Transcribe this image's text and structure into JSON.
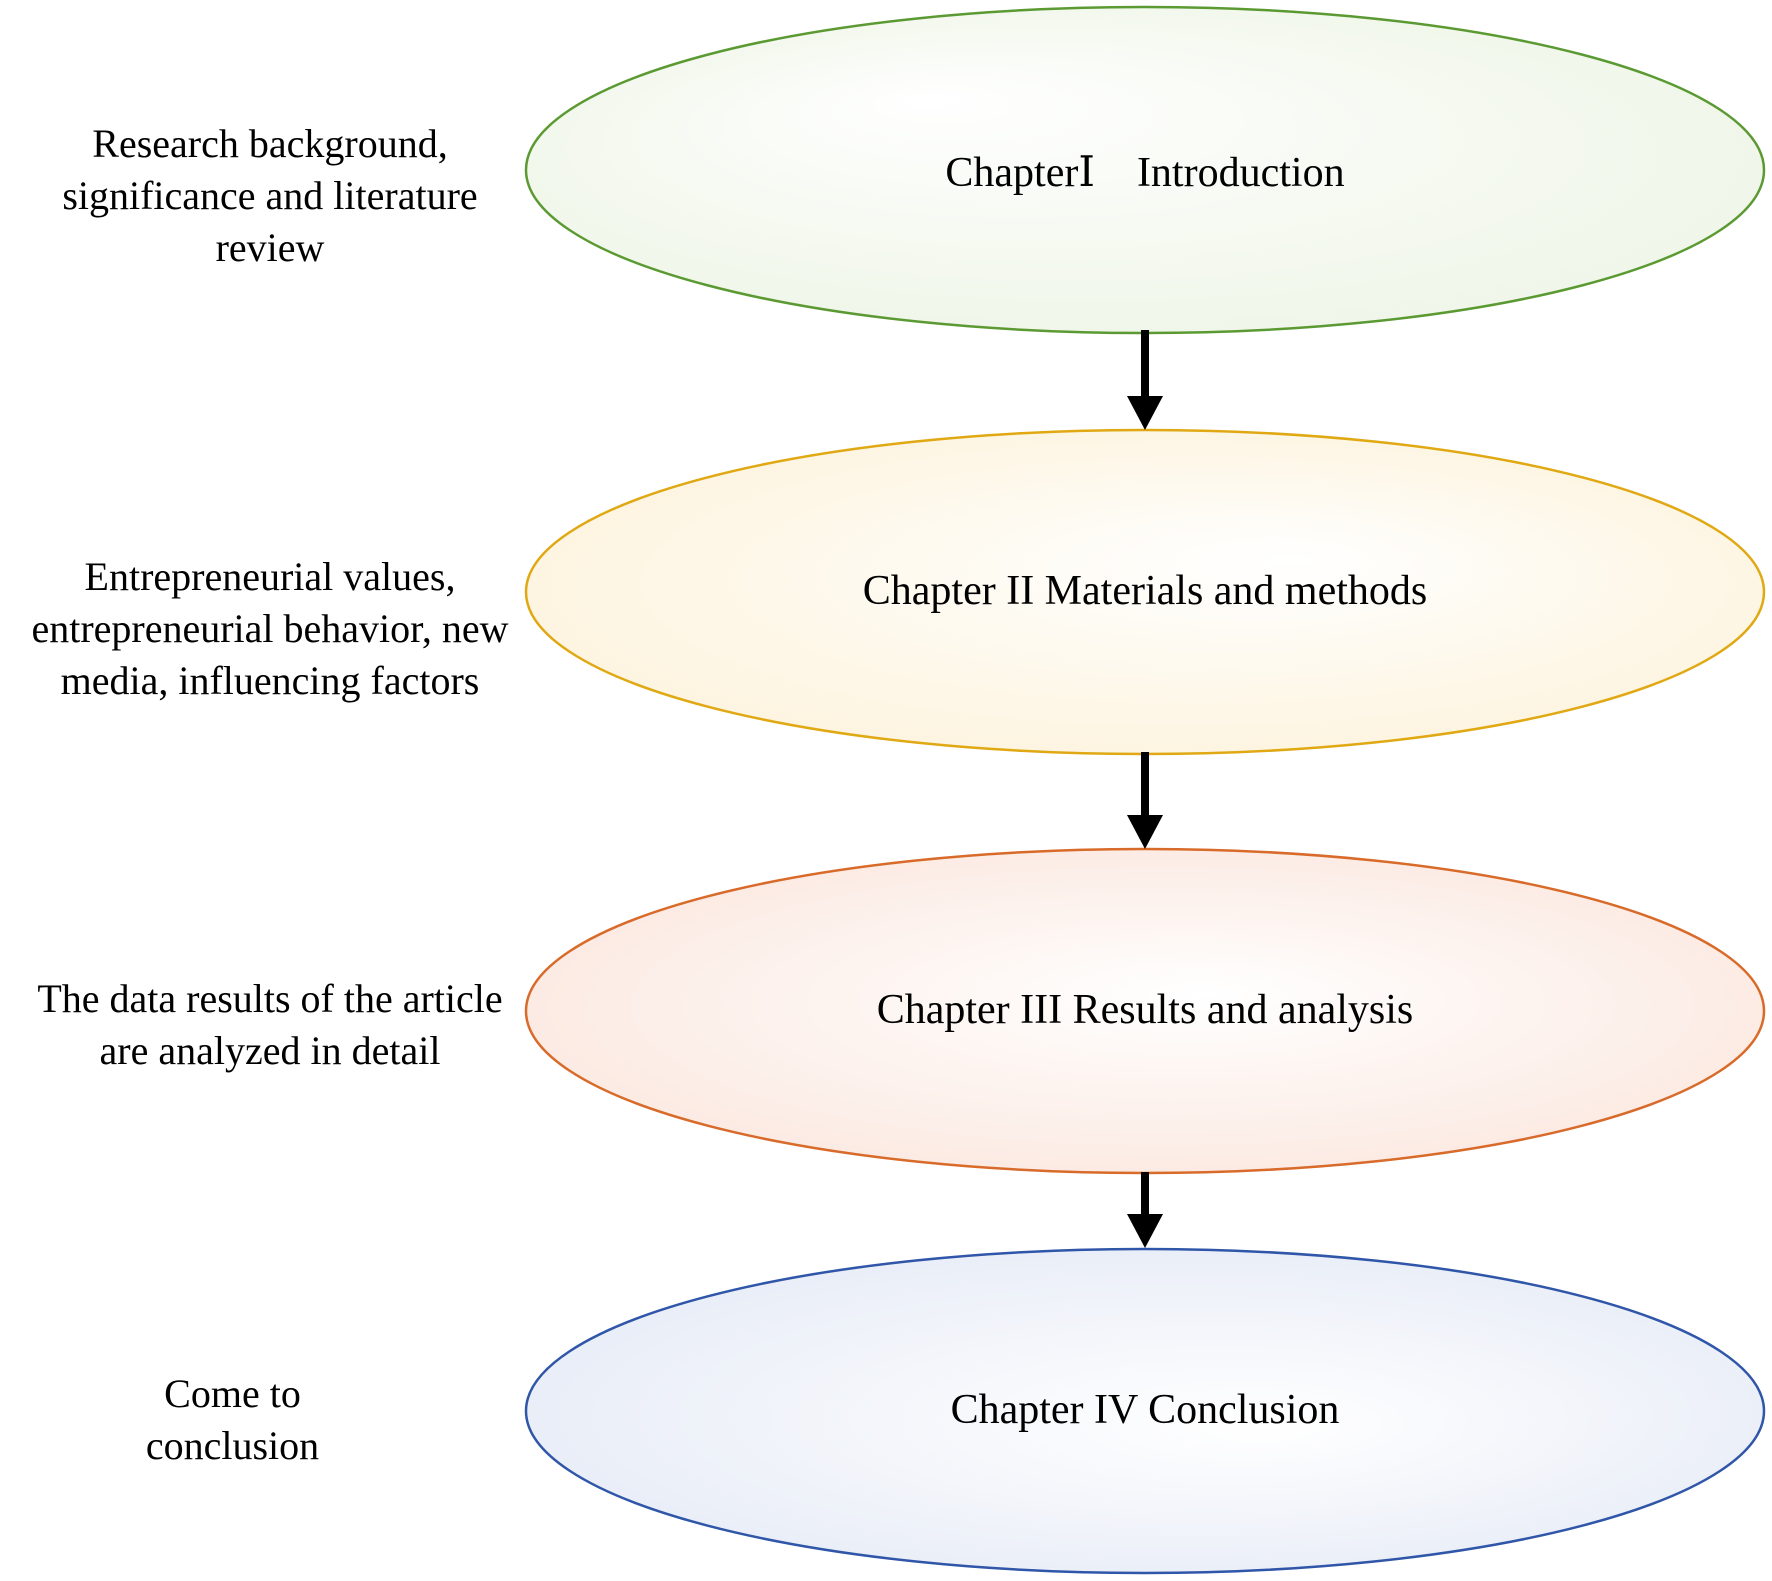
{
  "diagram": {
    "chapters": [
      {
        "label": "ChapterⅠ　Introduction",
        "note": "Research background,\nsignificance and literature\nreview",
        "border_color": "#5b9a32",
        "fill_color": "#eef5e6"
      },
      {
        "label": "Chapter II Materials and methods",
        "note": "Entrepreneurial values,\nentrepreneurial behavior, new\nmedia, influencing factors",
        "border_color": "#e0a812",
        "fill_color": "#fdf3dc"
      },
      {
        "label": "Chapter III Results and analysis",
        "note": "The data results of the article\nare analyzed in detail",
        "border_color": "#d86a2a",
        "fill_color": "#fbe7de"
      },
      {
        "label": "Chapter IV Conclusion",
        "note": "Come to\nconclusion",
        "border_color": "#2f56a8",
        "fill_color": "#e6ebf6"
      }
    ],
    "arrow_color": "#000000"
  }
}
